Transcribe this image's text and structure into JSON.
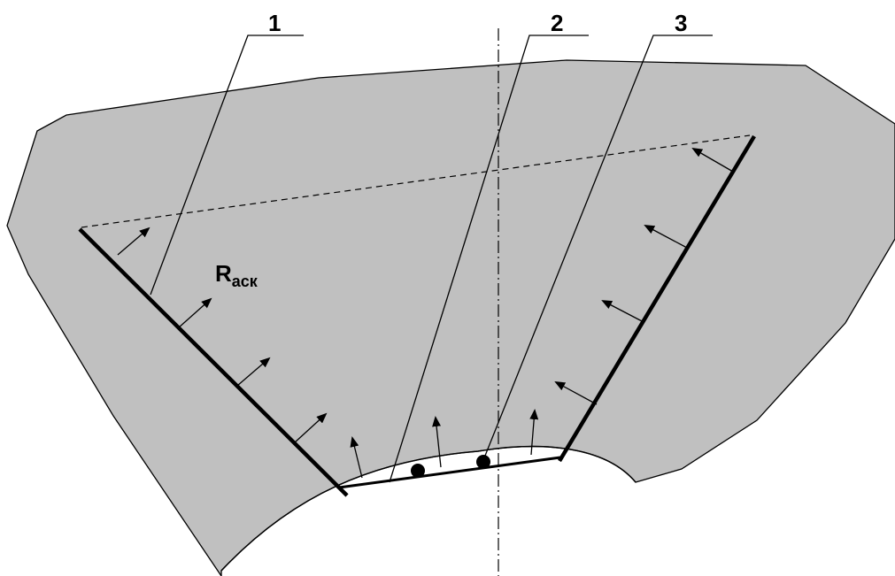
{
  "diagram": {
    "colors": {
      "ground_fill": "#c0c0c0",
      "outline": "#000000",
      "background": "#ffffff"
    },
    "callouts": [
      {
        "id": "1",
        "label": "1"
      },
      {
        "id": "2",
        "label": "2"
      },
      {
        "id": "3",
        "label": "3"
      }
    ],
    "reaction_label": {
      "main": "R",
      "sub": "аск"
    }
  }
}
